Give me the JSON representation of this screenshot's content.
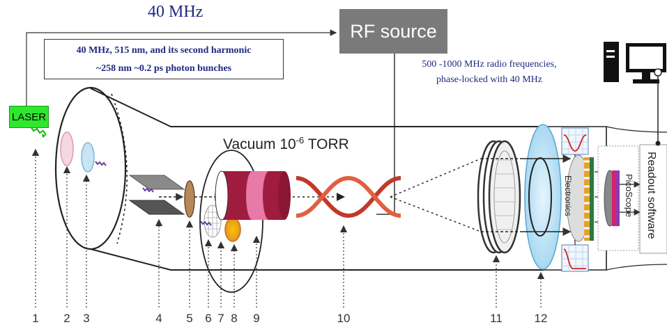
{
  "top_frequency": "40 MHz",
  "rf_source": {
    "label": "RF source"
  },
  "laser": {
    "label": "LASER",
    "color": "#2ee82e"
  },
  "info_box": {
    "line1": "40 MHz, 515 nm, and its second harmonic",
    "line2": "~258 nm ~0.2 ps photon bunches"
  },
  "rf_description": {
    "line1": "500 -1000 MHz radio frequencies,",
    "line2": "phase-locked with 40 MHz"
  },
  "vacuum": {
    "text": "Vacuum 10",
    "exponent": "-6",
    "unit": "TORR"
  },
  "labels": {
    "electronics": "Electronics",
    "picoscope": "PicoScope",
    "readout": "Readout software"
  },
  "numbers": [
    "1",
    "2",
    "3",
    "4",
    "5",
    "6",
    "7",
    "8",
    "9",
    "10",
    "11",
    "12"
  ],
  "icons": [
    "computer-icon",
    "signal-plot-icon"
  ],
  "colors": {
    "text_blue": "#1f2a80",
    "rf_box": "#7a7a7a",
    "wave_red": "#c0392b",
    "detector_blue": "#bfe3f7",
    "cavity_crimson": "#a01c3e",
    "cavity_pink": "#e77aa6"
  }
}
